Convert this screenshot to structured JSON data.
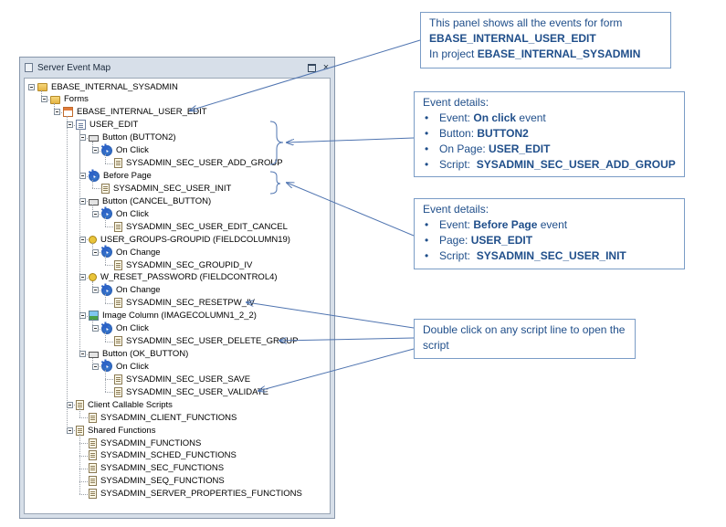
{
  "panel": {
    "title": "Server Event Map",
    "close_glyph": "×"
  },
  "tree": [
    {
      "label": "EBASE_INTERNAL_SYSADMIN",
      "icon": "folder-open-icon",
      "level": 0,
      "toggle": true
    },
    {
      "label": "Forms",
      "icon": "folder-open-icon",
      "level": 1,
      "toggle": true
    },
    {
      "label": "EBASE_INTERNAL_USER_EDIT",
      "icon": "form-icon",
      "level": 2,
      "toggle": true
    },
    {
      "label": "USER_EDIT",
      "icon": "page-icon",
      "level": 3,
      "toggle": true
    },
    {
      "label": "Button (BUTTON2)",
      "icon": "button-icon",
      "level": 4,
      "toggle": true
    },
    {
      "label": "On Click",
      "icon": "event-icon",
      "level": 5,
      "toggle": true
    },
    {
      "label": "SYSADMIN_SEC_USER_ADD_GROUP",
      "icon": "script-icon",
      "level": 6,
      "toggle": false
    },
    {
      "label": "Before Page",
      "icon": "event-icon",
      "level": 4,
      "toggle": true
    },
    {
      "label": "SYSADMIN_SEC_USER_INIT",
      "icon": "script-icon",
      "level": 5,
      "toggle": false
    },
    {
      "label": "Button (CANCEL_BUTTON)",
      "icon": "button-icon",
      "level": 4,
      "toggle": true
    },
    {
      "label": "On Click",
      "icon": "event-icon",
      "level": 5,
      "toggle": true
    },
    {
      "label": "SYSADMIN_SEC_USER_EDIT_CANCEL",
      "icon": "script-icon",
      "level": 6,
      "toggle": false
    },
    {
      "label": "USER_GROUPS-GROUPID (FIELDCOLUMN19)",
      "icon": "field-icon",
      "level": 4,
      "toggle": true
    },
    {
      "label": "On Change",
      "icon": "event-icon",
      "level": 5,
      "toggle": true
    },
    {
      "label": "SYSADMIN_SEC_GROUPID_IV",
      "icon": "script-icon",
      "level": 6,
      "toggle": false
    },
    {
      "label": "W_RESET_PASSWORD (FIELDCONTROL4)",
      "icon": "field-icon",
      "level": 4,
      "toggle": true
    },
    {
      "label": "On Change",
      "icon": "event-icon",
      "level": 5,
      "toggle": true
    },
    {
      "label": "SYSADMIN_SEC_RESETPW_IV",
      "icon": "script-icon",
      "level": 6,
      "toggle": false
    },
    {
      "label": "Image Column (IMAGECOLUMN1_2_2)",
      "icon": "image-icon",
      "level": 4,
      "toggle": true
    },
    {
      "label": "On Click",
      "icon": "event-icon",
      "level": 5,
      "toggle": true
    },
    {
      "label": "SYSADMIN_SEC_USER_DELETE_GROUP",
      "icon": "script-icon",
      "level": 6,
      "toggle": false
    },
    {
      "label": "Button (OK_BUTTON)",
      "icon": "button-icon",
      "level": 4,
      "toggle": true
    },
    {
      "label": "On Click",
      "icon": "event-icon",
      "level": 5,
      "toggle": true
    },
    {
      "label": "SYSADMIN_SEC_USER_SAVE",
      "icon": "script-icon",
      "level": 6,
      "toggle": false
    },
    {
      "label": "SYSADMIN_SEC_USER_VALIDATE",
      "icon": "script-icon",
      "level": 6,
      "toggle": false
    },
    {
      "label": "Client Callable Scripts",
      "icon": "script-icon",
      "level": 3,
      "toggle": true
    },
    {
      "label": "SYSADMIN_CLIENT_FUNCTIONS",
      "icon": "script-icon",
      "level": 4,
      "toggle": false
    },
    {
      "label": "Shared Functions",
      "icon": "script-icon",
      "level": 3,
      "toggle": true
    },
    {
      "label": "SYSADMIN_FUNCTIONS",
      "icon": "script-icon",
      "level": 4,
      "toggle": false
    },
    {
      "label": "SYSADMIN_SCHED_FUNCTIONS",
      "icon": "script-icon",
      "level": 4,
      "toggle": false
    },
    {
      "label": "SYSADMIN_SEC_FUNCTIONS",
      "icon": "script-icon",
      "level": 4,
      "toggle": false
    },
    {
      "label": "SYSADMIN_SEQ_FUNCTIONS",
      "icon": "script-icon",
      "level": 4,
      "toggle": false
    },
    {
      "label": "SYSADMIN_SERVER_PROPERTIES_FUNCTIONS",
      "icon": "script-icon",
      "level": 4,
      "toggle": false
    }
  ],
  "callouts": {
    "form_panel": {
      "line1": "This panel shows all the events for form",
      "form_name": "EBASE_INTERNAL_USER_EDIT",
      "project_prefix": "In project",
      "project_name": "EBASE_INTERNAL_SYSADMIN"
    },
    "click_event": {
      "heading": "Event details:",
      "items": [
        {
          "label": "Event:",
          "value": "On click",
          "suffix": "event"
        },
        {
          "label": "Button:",
          "value": "BUTTON2",
          "suffix": ""
        },
        {
          "label": "On Page:",
          "value": "USER_EDIT",
          "suffix": ""
        },
        {
          "label": "Script:",
          "value": "SYSADMIN_SEC_USER_ADD_GROUP",
          "suffix": ""
        }
      ]
    },
    "before_page_event": {
      "heading": "Event details:",
      "items": [
        {
          "label": "Event:",
          "value": "Before Page",
          "suffix": "event"
        },
        {
          "label": "Page:",
          "value": "USER_EDIT",
          "suffix": ""
        },
        {
          "label": "Script:",
          "value": "SYSADMIN_SEC_USER_INIT",
          "suffix": ""
        }
      ]
    },
    "double_click": {
      "text": "Double click on any script line to open the script"
    }
  },
  "colors": {
    "callout_text": "#1f4e8a",
    "callout_border": "#7a9cc6",
    "panel_frame": "#d7dfe9"
  }
}
